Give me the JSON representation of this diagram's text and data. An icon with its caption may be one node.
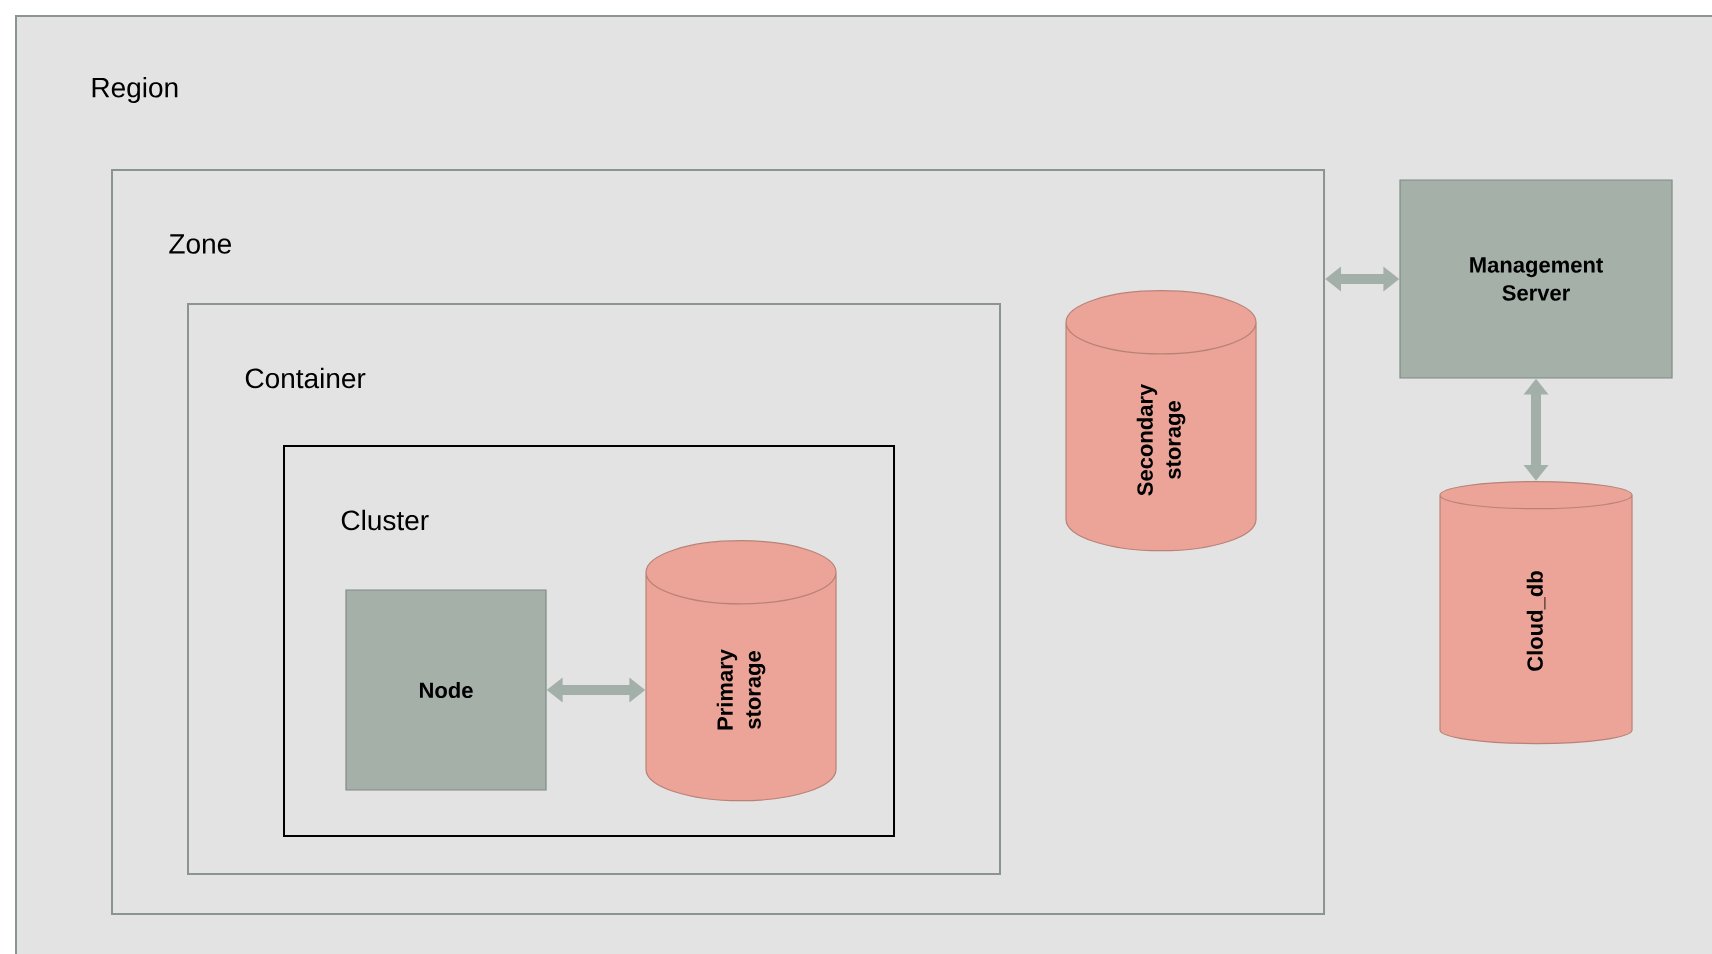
{
  "diagram": {
    "nodes": [
      {
        "text": [
          "Region"
        ]
      },
      {
        "text": [
          "Zone"
        ],
        "in": 0
      },
      {
        "text": [
          "Container"
        ],
        "in": 1
      },
      {
        "text": [
          "Cluster"
        ],
        "in": 2
      },
      {
        "text": [
          "Node"
        ],
        "in": 3
      },
      {
        "text": [
          "Primary storage"
        ],
        "in": 3
      },
      {
        "text": [
          "Secondary storage"
        ],
        "in": 1
      },
      {
        "text": [
          "Management Server"
        ],
        "in": 0
      },
      {
        "text": [
          "Cloud_db"
        ],
        "in": 0
      }
    ],
    "edges": [
      {
        "from": 4,
        "to": 5,
        "arrow": "both"
      },
      {
        "from": 1,
        "to": 7,
        "arrow": "both"
      },
      {
        "from": 7,
        "to": 8,
        "arrow": "both"
      }
    ]
  }
}
